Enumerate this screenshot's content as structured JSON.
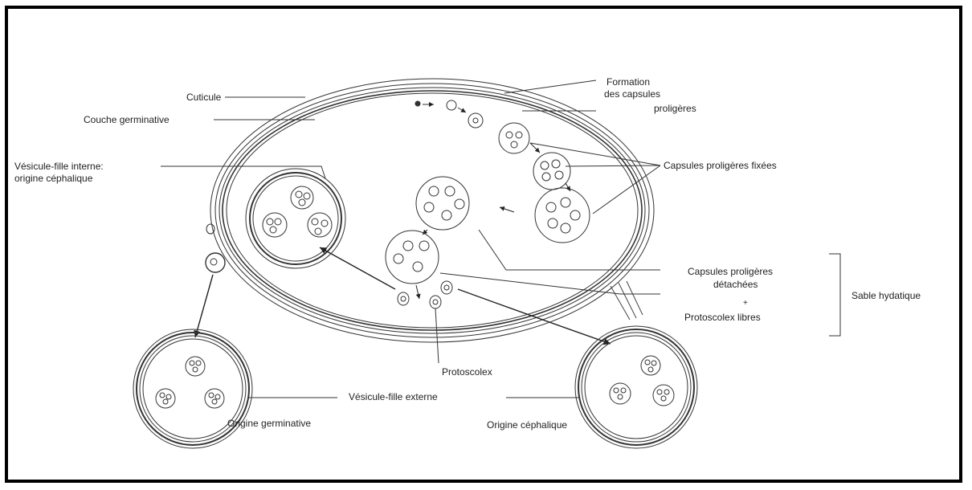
{
  "labels": {
    "cuticule": "Cuticule",
    "couche_germinative": "Couche germinative",
    "vesicule_interne_1": "Vésicule-fille interne:",
    "vesicule_interne_2": "origine céphalique",
    "formation_1": "Formation",
    "formation_2": "des capsules",
    "formation_3": "proligères",
    "capsules_fixees": "Capsules proligères fixées",
    "capsules_detachees_1": "Capsules proligères",
    "capsules_detachees_2": "détachées",
    "plus": "+",
    "protoscolex_libres": "Protoscolex libres",
    "sable_hydatique": "Sable hydatique",
    "protoscolex": "Protoscolex",
    "vesicule_externe": "Vésicule-fille externe",
    "origine_germinative": "Origine germinative",
    "origine_cephalique": "Origine céphalique"
  },
  "colors": {
    "frame": "#000000",
    "ink": "#333333"
  }
}
